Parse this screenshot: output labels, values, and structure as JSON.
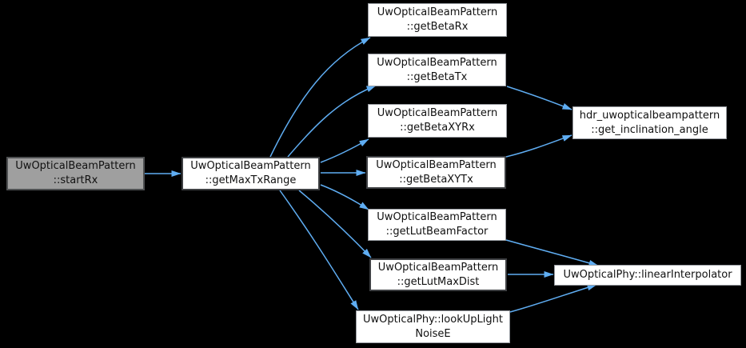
{
  "diagram": {
    "type": "call-graph",
    "background_color": "#000000",
    "arrow_color": "#5fadf2",
    "node_fill_color": "#ffffff",
    "node_border_color": "#979ba1",
    "node_dark_border_color": "#3e4043",
    "current_node_fill_color": "#9f9f9f",
    "nodes": {
      "startRx": {
        "line1": "UwOpticalBeamPattern",
        "line2": "::startRx"
      },
      "getMaxTxRange": {
        "line1": "UwOpticalBeamPattern",
        "line2": "::getMaxTxRange"
      },
      "getBetaRx": {
        "line1": "UwOpticalBeamPattern",
        "line2": "::getBetaRx"
      },
      "getBetaTx": {
        "line1": "UwOpticalBeamPattern",
        "line2": "::getBetaTx"
      },
      "getBetaXYRx": {
        "line1": "UwOpticalBeamPattern",
        "line2": "::getBetaXYRx"
      },
      "getBetaXYTx": {
        "line1": "UwOpticalBeamPattern",
        "line2": "::getBetaXYTx"
      },
      "getLutBeamFactor": {
        "line1": "UwOpticalBeamPattern",
        "line2": "::getLutBeamFactor"
      },
      "getLutMaxDist": {
        "line1": "UwOpticalBeamPattern",
        "line2": "::getLutMaxDist"
      },
      "lookUpLightNoiseE": {
        "line1": "UwOpticalPhy::lookUpLight",
        "line2": "NoiseE"
      },
      "getInclinationAngle": {
        "line1": "hdr_uwopticalbeampattern",
        "line2": "::get_inclination_angle"
      },
      "linearInterpolator": {
        "line1": "UwOpticalPhy::linearInterpolator",
        "line2": ""
      }
    },
    "edges": [
      {
        "from": "startRx",
        "to": "getMaxTxRange"
      },
      {
        "from": "getMaxTxRange",
        "to": "getBetaRx"
      },
      {
        "from": "getMaxTxRange",
        "to": "getBetaTx"
      },
      {
        "from": "getMaxTxRange",
        "to": "getBetaXYRx"
      },
      {
        "from": "getMaxTxRange",
        "to": "getBetaXYTx"
      },
      {
        "from": "getMaxTxRange",
        "to": "getLutBeamFactor"
      },
      {
        "from": "getMaxTxRange",
        "to": "getLutMaxDist"
      },
      {
        "from": "getMaxTxRange",
        "to": "lookUpLightNoiseE"
      },
      {
        "from": "getBetaTx",
        "to": "getInclinationAngle"
      },
      {
        "from": "getBetaXYTx",
        "to": "getInclinationAngle"
      },
      {
        "from": "getLutBeamFactor",
        "to": "linearInterpolator"
      },
      {
        "from": "getLutMaxDist",
        "to": "linearInterpolator"
      },
      {
        "from": "lookUpLightNoiseE",
        "to": "linearInterpolator"
      }
    ]
  }
}
